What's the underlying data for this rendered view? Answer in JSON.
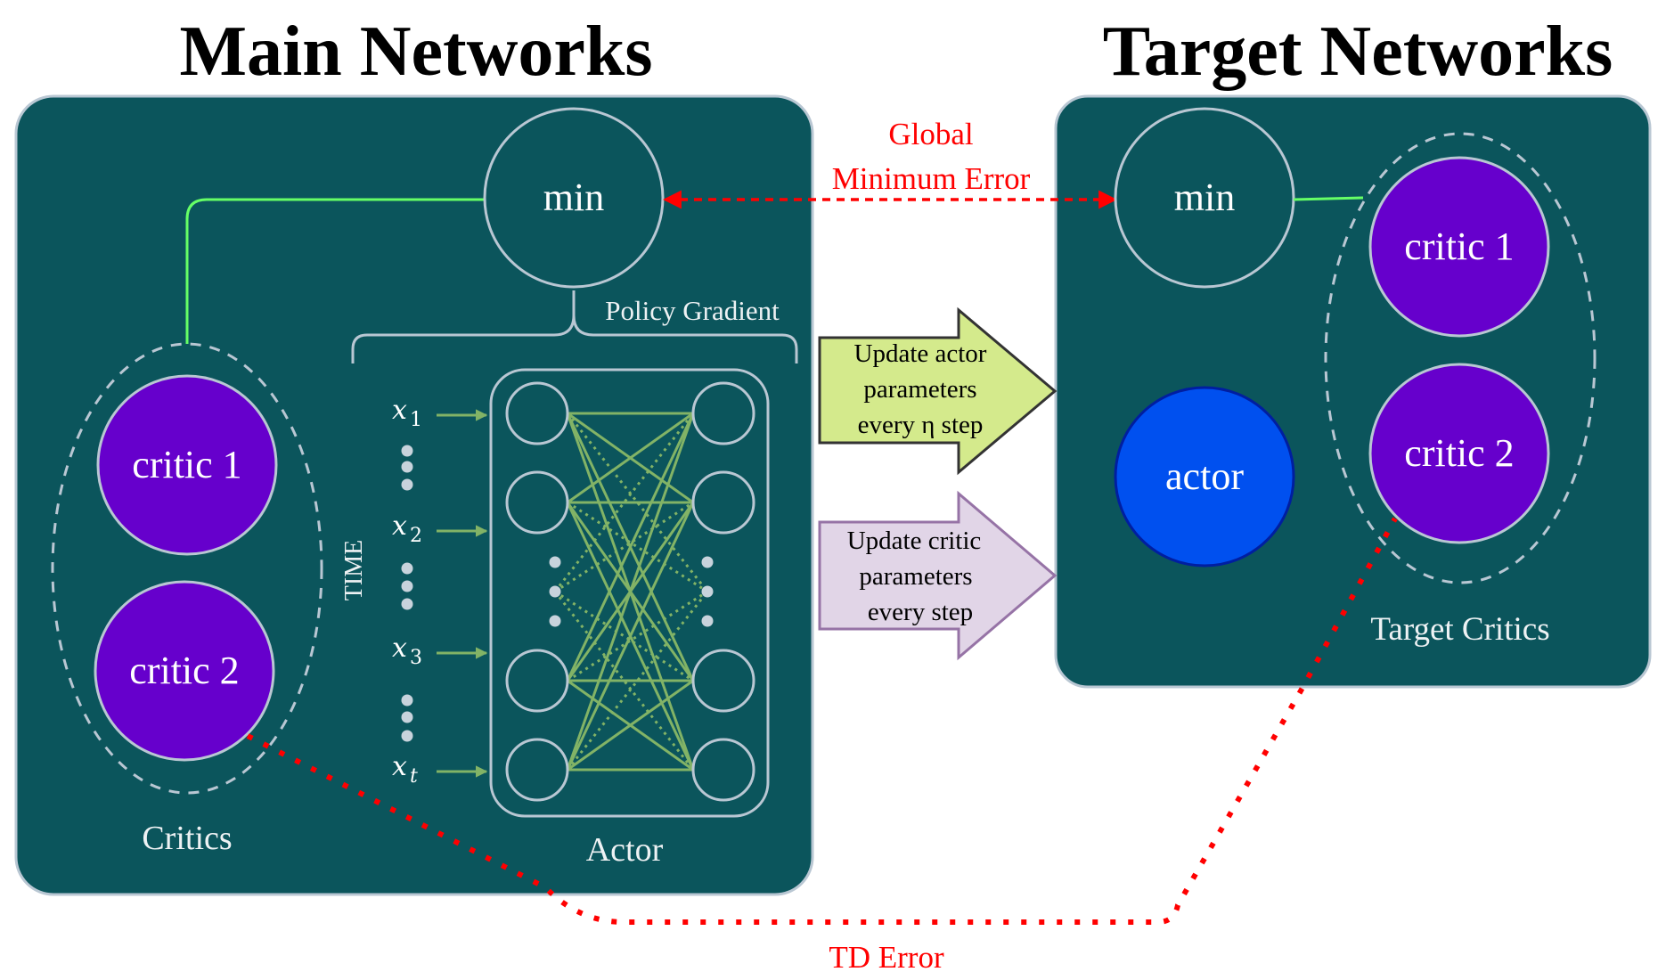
{
  "titles": {
    "main": "Main Networks",
    "target": "Target Networks"
  },
  "main_networks": {
    "min_node": "min",
    "critics": [
      {
        "label": "critic 1"
      },
      {
        "label": "critic 2"
      }
    ],
    "critics_group_label": "Critics",
    "time_label": "TIME",
    "policy_gradient_label": "Policy Gradient",
    "actor_label": "Actor",
    "inputs": [
      {
        "var": "x",
        "sub": "1"
      },
      {
        "var": "x",
        "sub": "2"
      },
      {
        "var": "x",
        "sub": "3"
      },
      {
        "var": "x",
        "sub": "t"
      }
    ]
  },
  "target_networks": {
    "min_node": "min",
    "actor_node": "actor",
    "critics": [
      {
        "label": "critic 1"
      },
      {
        "label": "critic 2"
      }
    ],
    "critics_group_label": "Target Critics"
  },
  "connections": {
    "global_error_line1": "Global",
    "global_error_line2": "Minimum Error",
    "td_error": "TD Error"
  },
  "update_arrows": {
    "actor": {
      "lines": [
        "Update actor",
        "parameters",
        "every η step"
      ],
      "fill": "#d4ea8c",
      "stroke": "#333333"
    },
    "critic": {
      "lines": [
        "Update critic",
        "parameters",
        "every step"
      ],
      "fill": "#e1d5e7",
      "stroke": "#9673a6"
    }
  },
  "colors": {
    "panel_bg": "#0b555c",
    "panel_border": "#b9c7d3",
    "critic_fill": "#6600cc",
    "actor_fill": "#0050ef",
    "actor_border": "#001ea0",
    "link_green": "#66ff66",
    "net_green": "#82b366",
    "error_red": "#ff0000"
  }
}
